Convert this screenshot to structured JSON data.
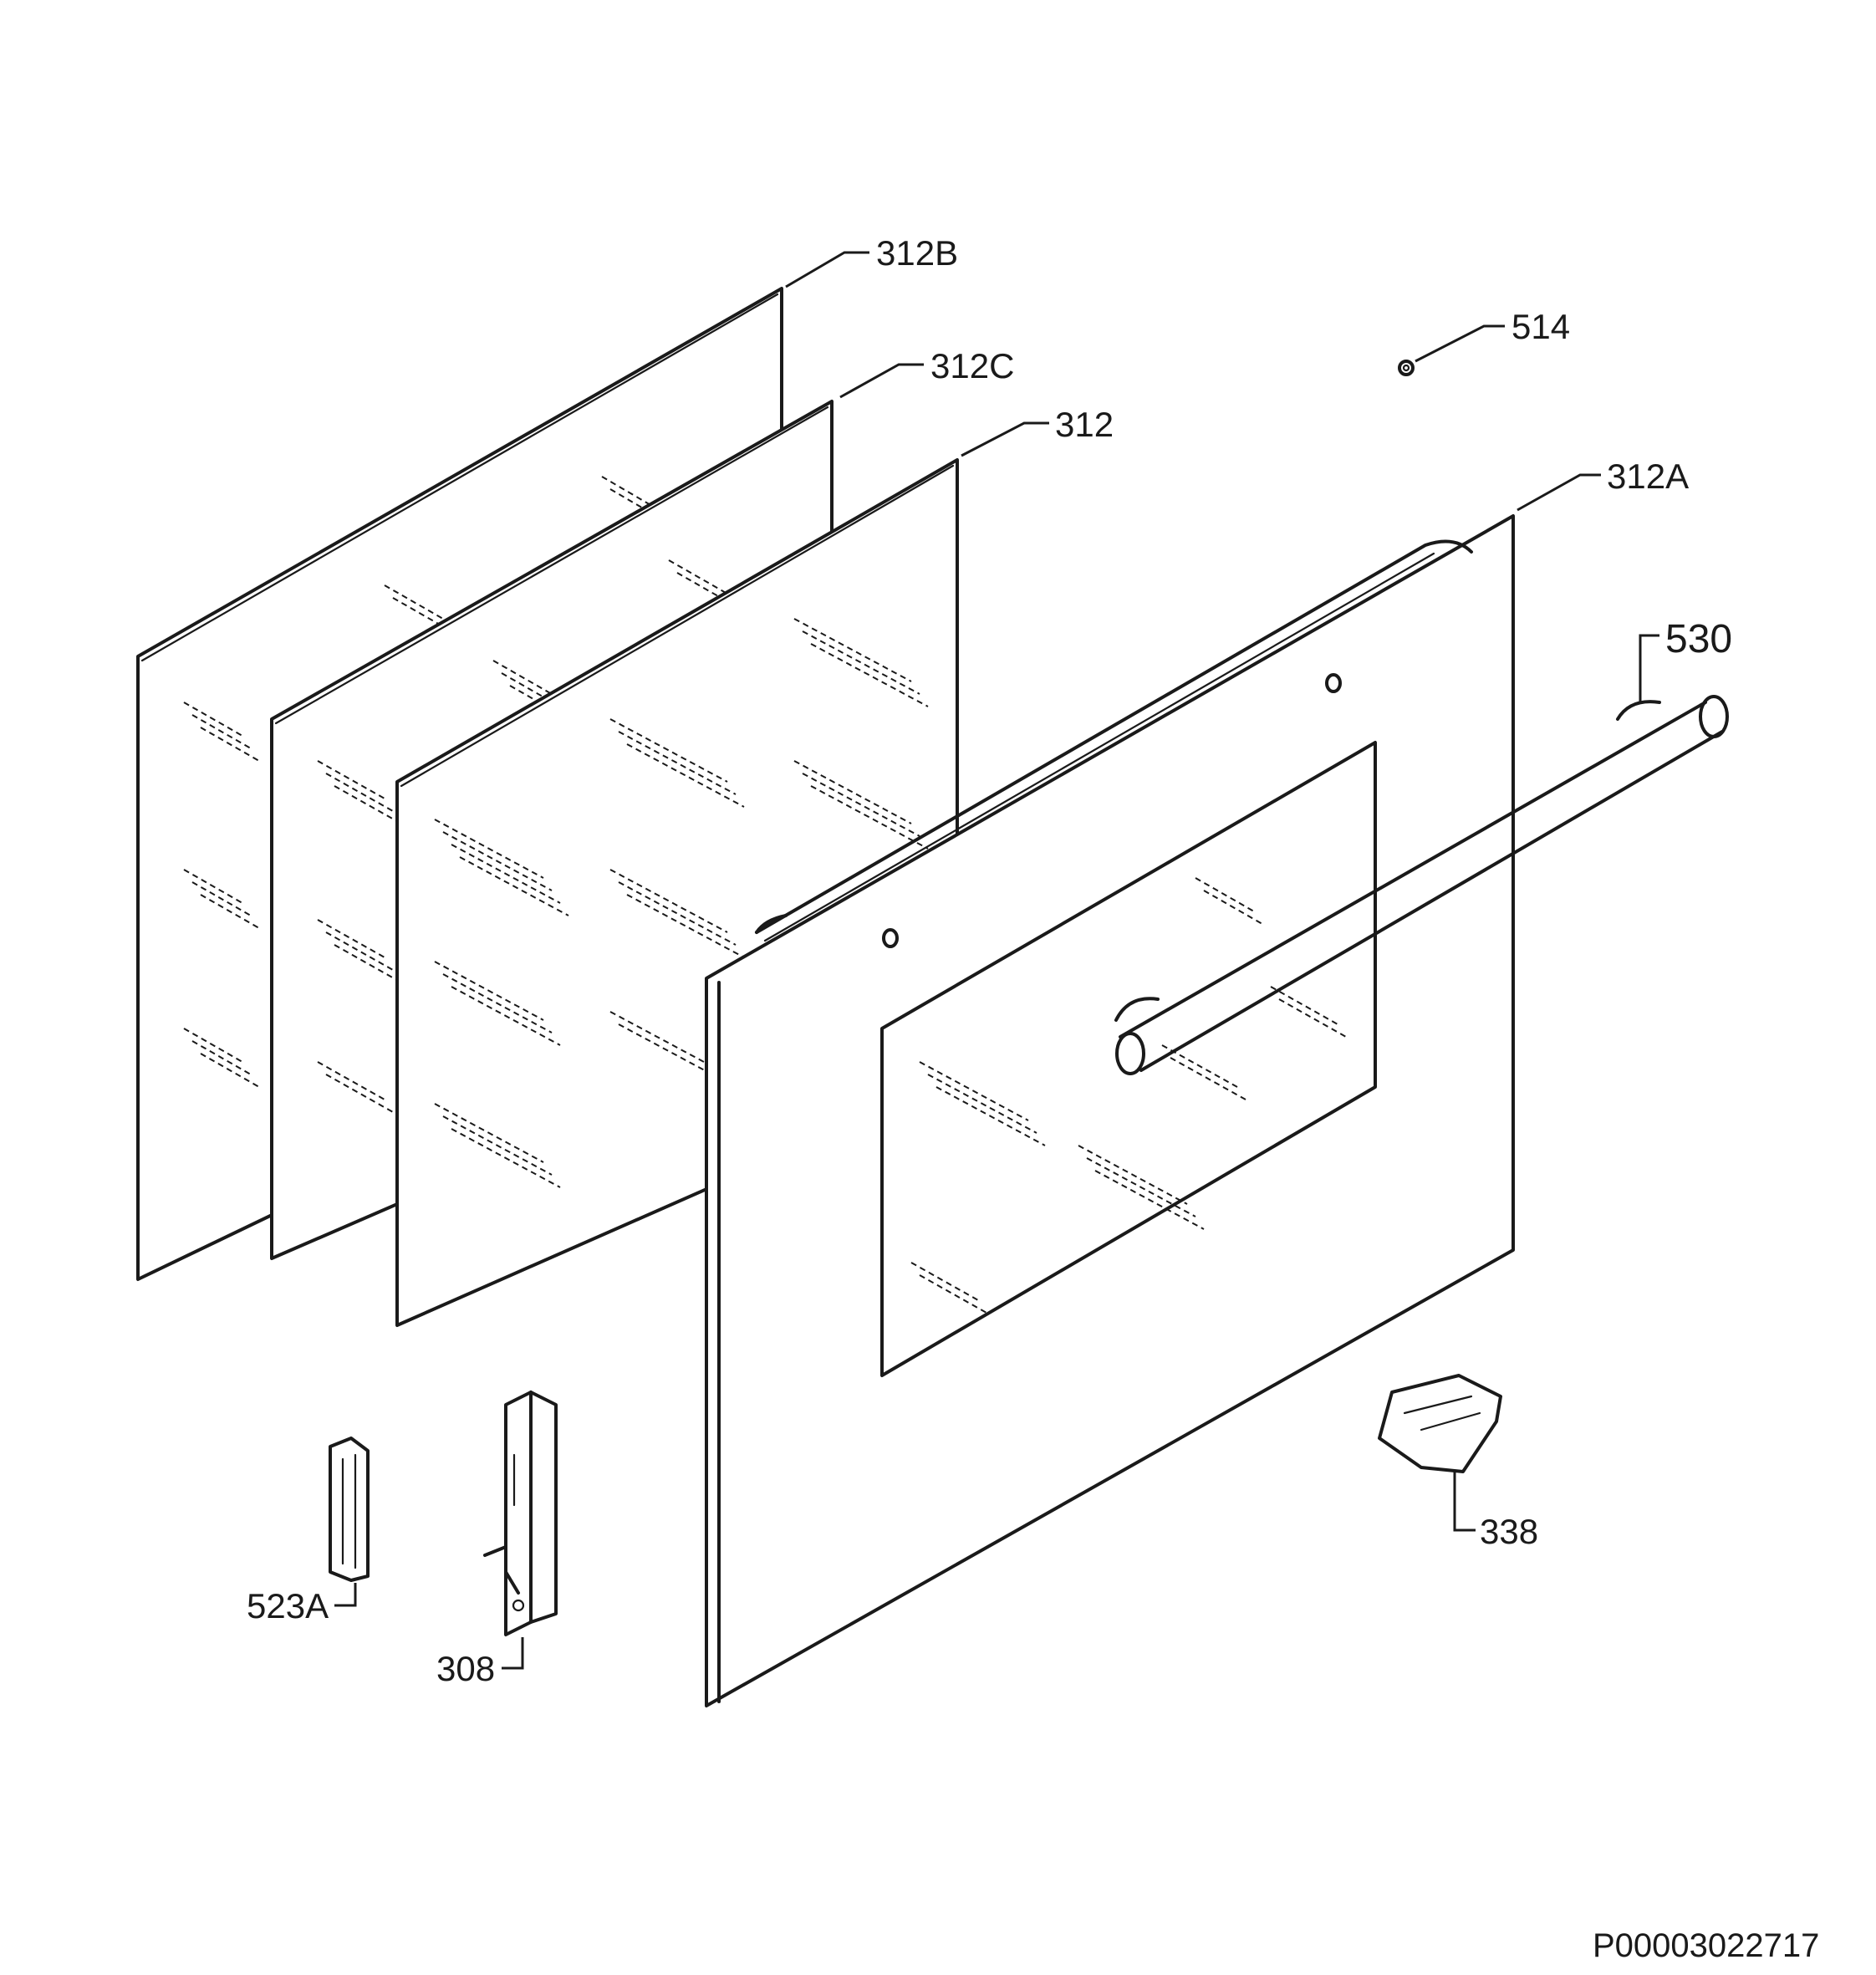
{
  "parts": [
    {
      "id": "312B",
      "label": "312B"
    },
    {
      "id": "312C",
      "label": "312C"
    },
    {
      "id": "312",
      "label": "312"
    },
    {
      "id": "514",
      "label": "514"
    },
    {
      "id": "312A",
      "label": "312A"
    },
    {
      "id": "530",
      "label": "530"
    },
    {
      "id": "338",
      "label": "338"
    },
    {
      "id": "523A",
      "label": "523A"
    },
    {
      "id": "308",
      "label": "308"
    }
  ],
  "reference_number": "P00003022717"
}
